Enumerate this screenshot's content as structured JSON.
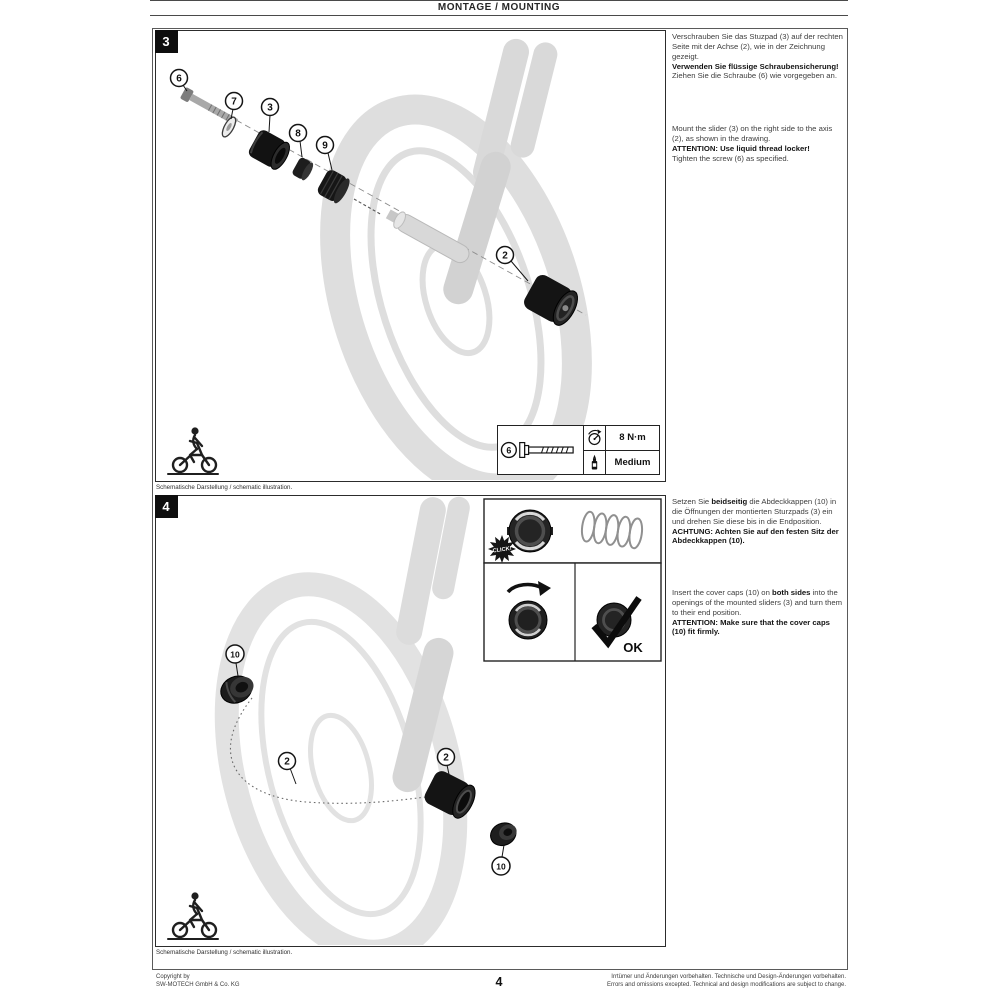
{
  "header": {
    "title": "MONTAGE / MOUNTING"
  },
  "step3": {
    "number": "3",
    "caption": "Schematische Darstellung / schematic illustration.",
    "callouts": {
      "c6": "6",
      "c7": "7",
      "c3": "3",
      "c8": "8",
      "c9": "9",
      "c2": "2"
    },
    "torque_table": {
      "screw_ref": "6",
      "torque_value": "8 N·m",
      "locker_value": "Medium"
    },
    "text_de": {
      "p1": "Verschrauben Sie das Stuzpad (3) auf der rechten Seite mit der Achse (2), wie in der Zeichnung gezeigt.",
      "p1_bold": "Verwenden Sie flüssige Schraubensicherung!",
      "p2": "Ziehen Sie die Schraube (6) wie vorgegeben an."
    },
    "text_en": {
      "p1": "Mount the slider (3) on the right side to the axis (2), as shown in the drawing.",
      "p1_bold": "ATTENTION: Use liquid thread locker!",
      "p2": "Tighten the screw (6) as specified."
    }
  },
  "step4": {
    "number": "4",
    "caption": "Schematische Darstellung / schematic illustration.",
    "callouts": {
      "c10a": "10",
      "c2a": "2",
      "c2b": "2",
      "c10b": "10"
    },
    "inset": {
      "click_label": "CLICK!",
      "ok_label": "OK"
    },
    "text_de": {
      "p1_pre": "Setzen Sie ",
      "p1_bold": "beidseitig",
      "p1_post": " die Abdeckkappen (10) in die Öffnungen der montierten Sturzpads (3) ein und drehen Sie diese bis in die Endposition.",
      "p2_bold": "ACHTUNG: Achten Sie auf den festen Sitz der Abdeckkappen (10)."
    },
    "text_en": {
      "p1_pre": "Insert the cover caps (10) on ",
      "p1_bold": "both sides",
      "p1_post": " into the openings of the mounted sliders (3) and turn them to their end position.",
      "p2_bold": "ATTENTION: Make sure that the cover caps (10) fit firmly."
    }
  },
  "footer": {
    "copyright_l1": "Copyright by",
    "copyright_l2": "SW-MOTECH GmbH & Co. KG",
    "page_number": "4",
    "disclaimer_de": "Irrtümer und Änderungen vorbehalten. Technische und Design-Änderungen vorbehalten.",
    "disclaimer_en": "Errors and omissions excepted. Technical and design modifications are subject to change."
  }
}
